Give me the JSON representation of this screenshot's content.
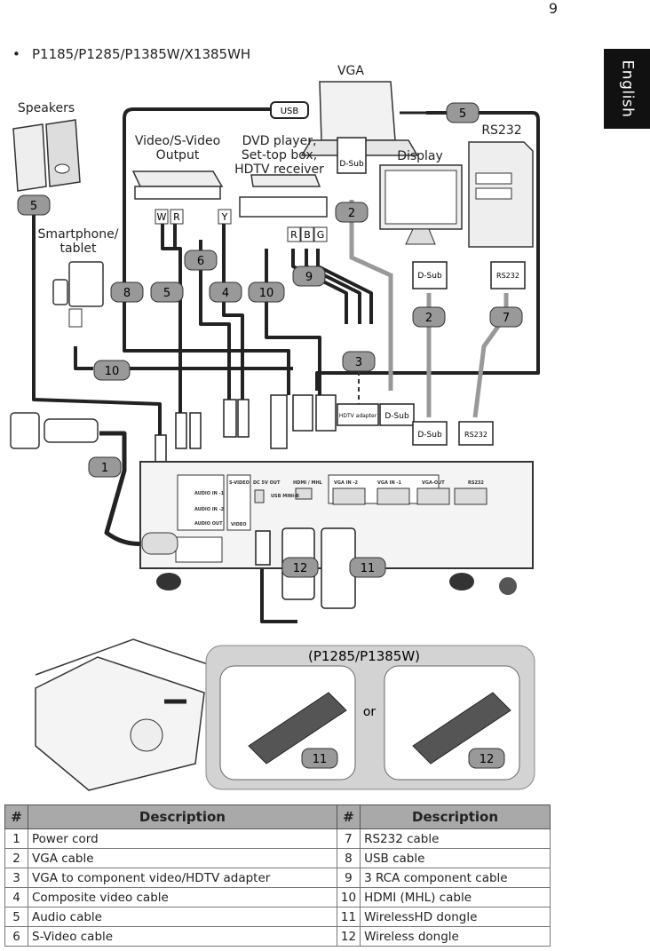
{
  "page": {
    "number": "9",
    "language_tab": "English",
    "model_line": "P1185/P1285/P1385W/X1385WH"
  },
  "labels": {
    "vga": "VGA",
    "speakers": "Speakers",
    "video_output": "Video/S-Video Output",
    "dvd": "DVD player, Set-top box, HDTV receiver",
    "display": "Display",
    "rs232": "RS232",
    "smartphone": "Smartphone/ tablet",
    "usb": "USB",
    "dsub": "D-Sub",
    "hdtv_adapter": "HDTV adapter",
    "inset_title": "(P1285/P1385W)",
    "or": "or",
    "w": "W",
    "r": "R",
    "y": "Y",
    "rr": "R",
    "b": "B",
    "g": "G",
    "audio_in_1": "AUDIO IN -1",
    "audio_in_2": "AUDIO IN -2",
    "audio_out": "AUDIO OUT",
    "svideo": "S-VIDEO",
    "video": "VIDEO",
    "dc5v": "DC 5V OUT",
    "usb_mini": "USB MINI-B",
    "hdmi": "HDMI / MHL",
    "vga_in_2": "VGA IN -2",
    "vga_in_1": "VGA IN -1",
    "vga_out": "VGA-OUT",
    "rs232_port": "RS232"
  },
  "callouts": {
    "c1": "1",
    "c2": "2",
    "c3": "3",
    "c4": "4",
    "c5": "5",
    "c6": "6",
    "c7": "7",
    "c8": "8",
    "c9": "9",
    "c10": "10",
    "c11": "11",
    "c12": "12"
  },
  "table": {
    "headers": {
      "num": "#",
      "desc": "Description"
    },
    "rows": [
      {
        "n1": "1",
        "d1": "Power cord",
        "n2": "7",
        "d2": "RS232 cable"
      },
      {
        "n1": "2",
        "d1": "VGA cable",
        "n2": "8",
        "d2": "USB cable"
      },
      {
        "n1": "3",
        "d1": "VGA to component video/HDTV adapter",
        "n2": "9",
        "d2": "3 RCA component cable"
      },
      {
        "n1": "4",
        "d1": "Composite video cable",
        "n2": "10",
        "d2": "HDMI (MHL) cable"
      },
      {
        "n1": "5",
        "d1": "Audio cable",
        "n2": "11",
        "d2": "WirelessHD dongle"
      },
      {
        "n1": "6",
        "d1": "S-Video cable",
        "n2": "12",
        "d2": "Wireless dongle"
      }
    ]
  }
}
